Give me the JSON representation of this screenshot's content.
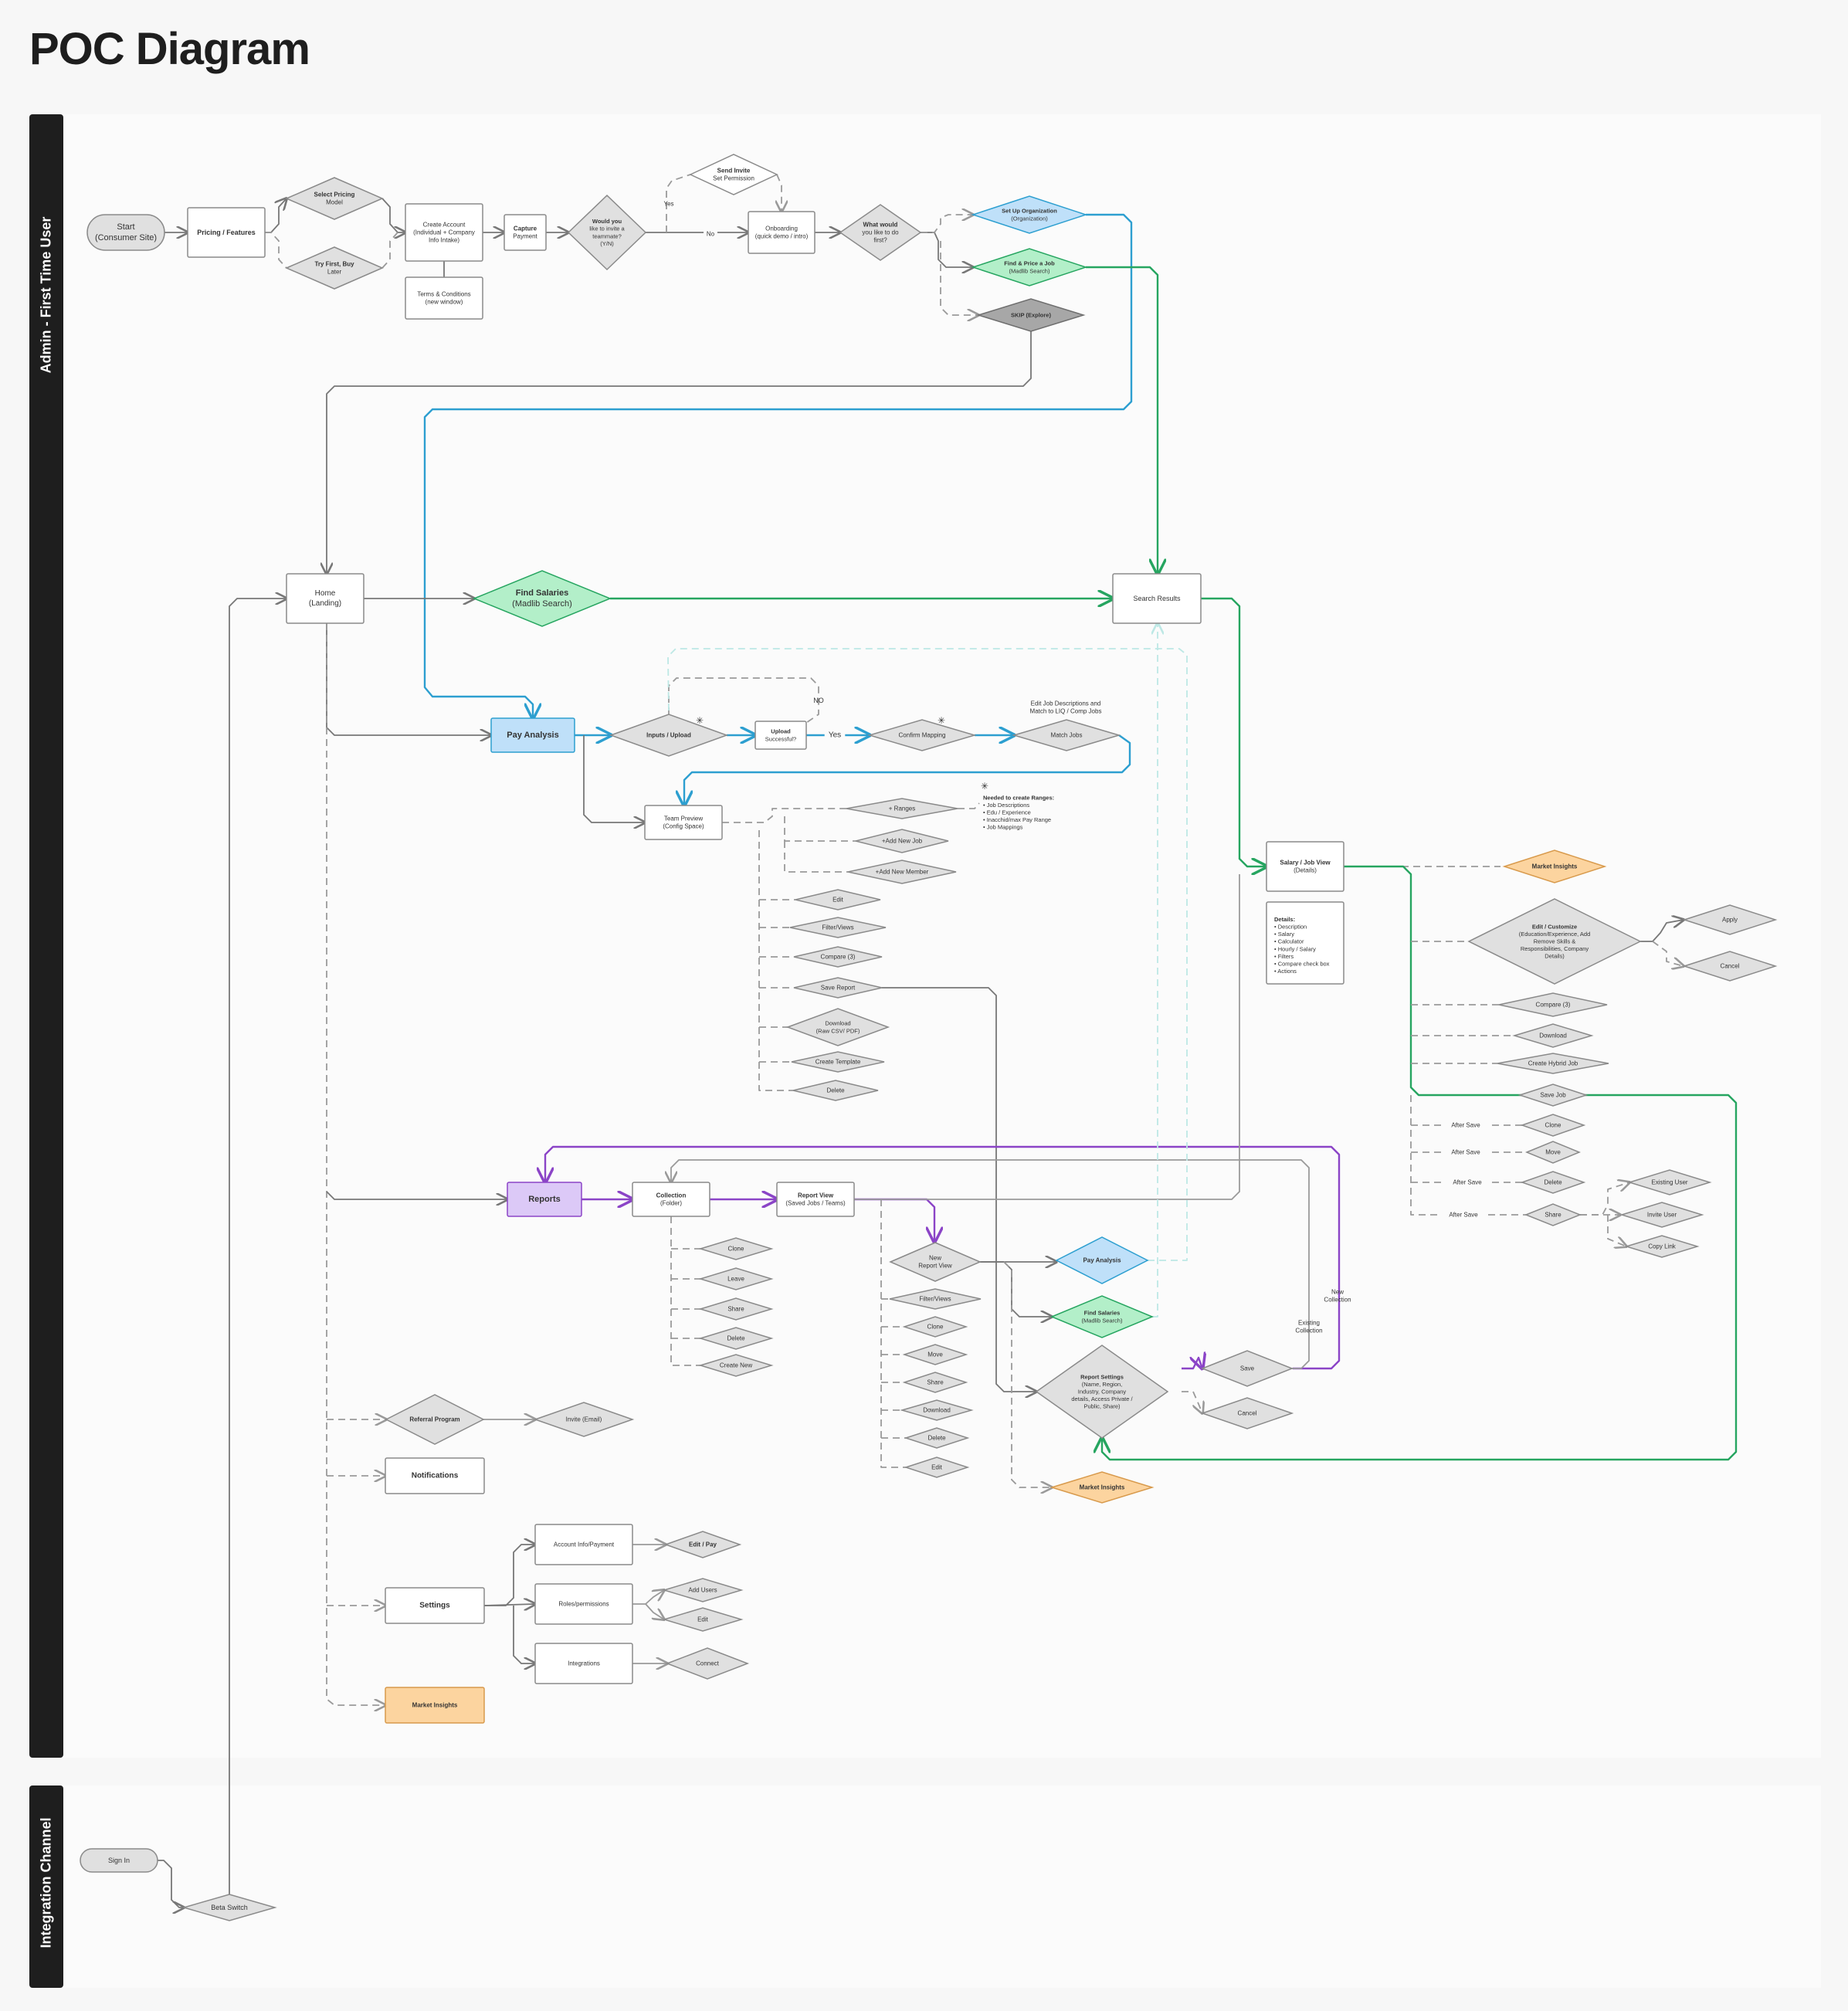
{
  "title": "POC Diagram",
  "lanes": [
    {
      "id": "admin",
      "label": "Admin - First Time User"
    },
    {
      "id": "integration",
      "label": "Integration Channel"
    }
  ],
  "nodes": [
    {
      "id": "start",
      "lines": [
        "Start",
        "(Consumer Site)"
      ]
    },
    {
      "id": "pricing",
      "lines": [
        "Pricing / Features"
      ]
    },
    {
      "id": "select_pricing",
      "lines": [
        "Select Pricing",
        "Model"
      ]
    },
    {
      "id": "try_first",
      "lines": [
        "Try First, Buy",
        "Later"
      ]
    },
    {
      "id": "create_account",
      "lines": [
        "Create Account",
        "(Individual + Company",
        "Info Intake)"
      ]
    },
    {
      "id": "terms",
      "lines": [
        "Terms & Conditions",
        "(new window)"
      ]
    },
    {
      "id": "capture_payment",
      "lines": [
        "Capture",
        "Payment"
      ]
    },
    {
      "id": "invite_q",
      "lines": [
        "Would you",
        "like to invite a",
        "teammate?",
        "(Y/N)"
      ]
    },
    {
      "id": "send_invite",
      "lines": [
        "Send Invite",
        "Set Permission"
      ]
    },
    {
      "id": "onboarding",
      "lines": [
        "Onboarding",
        "(quick demo / intro)"
      ]
    },
    {
      "id": "first_q",
      "lines": [
        "What would",
        "you like to do",
        "first?"
      ]
    },
    {
      "id": "setup_org",
      "lines": [
        "Set Up Organization",
        "(Organization)"
      ]
    },
    {
      "id": "find_price",
      "lines": [
        "Find & Price a Job",
        "(Madlib Search)"
      ]
    },
    {
      "id": "skip",
      "lines": [
        "SKIP (Explore)"
      ]
    },
    {
      "id": "home",
      "lines": [
        "Home",
        "(Landing)"
      ]
    },
    {
      "id": "find_salaries",
      "lines": [
        "Find Salaries",
        "(Madlib Search)"
      ]
    },
    {
      "id": "search_results",
      "lines": [
        "Search Results"
      ]
    },
    {
      "id": "pay_analysis",
      "lines": [
        "Pay Analysis"
      ]
    },
    {
      "id": "inputs_upload",
      "lines": [
        "Inputs / Upload"
      ]
    },
    {
      "id": "upload_ok",
      "lines": [
        "Upload",
        "Successful?"
      ]
    },
    {
      "id": "confirm_mapping",
      "lines": [
        "Confirm Mapping"
      ]
    },
    {
      "id": "match_jobs",
      "lines": [
        "Match Jobs"
      ]
    },
    {
      "id": "team_preview",
      "lines": [
        "Team Preview",
        "(Config Space)"
      ]
    },
    {
      "id": "ranges",
      "lines": [
        "+ Ranges"
      ]
    },
    {
      "id": "add_job",
      "lines": [
        "+Add New Job"
      ]
    },
    {
      "id": "add_member",
      "lines": [
        "+Add New Member"
      ]
    },
    {
      "id": "tp_edit",
      "lines": [
        "Edit"
      ]
    },
    {
      "id": "tp_filter",
      "lines": [
        "Filter/Views"
      ]
    },
    {
      "id": "tp_compare",
      "lines": [
        "Compare (3)"
      ]
    },
    {
      "id": "tp_save_report",
      "lines": [
        "Save Report"
      ]
    },
    {
      "id": "tp_download",
      "lines": [
        "Download",
        "(Raw CSV/ PDF)"
      ]
    },
    {
      "id": "tp_template",
      "lines": [
        "Create Template"
      ]
    },
    {
      "id": "tp_delete",
      "lines": [
        "Delete"
      ]
    },
    {
      "id": "salary_view",
      "lines": [
        "Salary / Job View",
        "(Details)"
      ]
    },
    {
      "id": "market_insights_1",
      "lines": [
        "Market Insights"
      ]
    },
    {
      "id": "edit_customize",
      "lines": [
        "Edit / Customize",
        "(Education/Experience, Add",
        "Remove Skills &",
        "Responsibilities, Company",
        "Details)"
      ]
    },
    {
      "id": "apply",
      "lines": [
        "Apply"
      ]
    },
    {
      "id": "cancel_1",
      "lines": [
        "Cancel"
      ]
    },
    {
      "id": "sv_compare",
      "lines": [
        "Compare (3)"
      ]
    },
    {
      "id": "sv_download",
      "lines": [
        "Download"
      ]
    },
    {
      "id": "sv_hybrid",
      "lines": [
        "Create Hybrid Job"
      ]
    },
    {
      "id": "sv_save_job",
      "lines": [
        "Save Job"
      ]
    },
    {
      "id": "sv_clone",
      "lines": [
        "Clone"
      ]
    },
    {
      "id": "sv_move",
      "lines": [
        "Move"
      ]
    },
    {
      "id": "sv_delete",
      "lines": [
        "Delete"
      ]
    },
    {
      "id": "sv_share",
      "lines": [
        "Share"
      ]
    },
    {
      "id": "existing_user",
      "lines": [
        "Existing User"
      ]
    },
    {
      "id": "invite_user",
      "lines": [
        "Invite User"
      ]
    },
    {
      "id": "copy_link",
      "lines": [
        "Copy Link"
      ]
    },
    {
      "id": "reports",
      "lines": [
        "Reports"
      ]
    },
    {
      "id": "collection",
      "lines": [
        "Collection",
        "(Folder)"
      ]
    },
    {
      "id": "report_view",
      "lines": [
        "Report View",
        "(Saved Jobs / Teams)"
      ]
    },
    {
      "id": "c_clone",
      "lines": [
        "Clone"
      ]
    },
    {
      "id": "c_leave",
      "lines": [
        "Leave"
      ]
    },
    {
      "id": "c_share",
      "lines": [
        "Share"
      ]
    },
    {
      "id": "c_delete",
      "lines": [
        "Delete"
      ]
    },
    {
      "id": "c_create",
      "lines": [
        "Create New"
      ]
    },
    {
      "id": "new_report_view",
      "lines": [
        "New",
        "Report View"
      ]
    },
    {
      "id": "r_filter",
      "lines": [
        "Filter/Views"
      ]
    },
    {
      "id": "r_clone",
      "lines": [
        "Clone"
      ]
    },
    {
      "id": "r_move",
      "lines": [
        "Move"
      ]
    },
    {
      "id": "r_share",
      "lines": [
        "Share"
      ]
    },
    {
      "id": "r_download",
      "lines": [
        "Download"
      ]
    },
    {
      "id": "r_delete",
      "lines": [
        "Delete"
      ]
    },
    {
      "id": "r_edit",
      "lines": [
        "Edit"
      ]
    },
    {
      "id": "r_pay_analysis",
      "lines": [
        "Pay Analysis"
      ]
    },
    {
      "id": "r_find_salaries",
      "lines": [
        "Find Salaries",
        "(Madlib Search)"
      ]
    },
    {
      "id": "report_settings",
      "lines": [
        "Report Settings",
        "(Name, Region,",
        "Industry, Company",
        "details, Access Private /",
        "Public, Share)"
      ]
    },
    {
      "id": "rs_save",
      "lines": [
        "Save"
      ]
    },
    {
      "id": "rs_cancel",
      "lines": [
        "Cancel"
      ]
    },
    {
      "id": "market_insights_2",
      "lines": [
        "Market Insights"
      ]
    },
    {
      "id": "referral",
      "lines": [
        "Referral Program"
      ]
    },
    {
      "id": "invite_email",
      "lines": [
        "Invite (Email)"
      ]
    },
    {
      "id": "notifications",
      "lines": [
        "Notifications"
      ]
    },
    {
      "id": "settings",
      "lines": [
        "Settings"
      ]
    },
    {
      "id": "account_info",
      "lines": [
        "Account Info/Payment"
      ]
    },
    {
      "id": "edit_pay",
      "lines": [
        "Edit / Pay"
      ]
    },
    {
      "id": "roles",
      "lines": [
        "Roles/permissions"
      ]
    },
    {
      "id": "add_users",
      "lines": [
        "Add Users"
      ]
    },
    {
      "id": "roles_edit",
      "lines": [
        "Edit"
      ]
    },
    {
      "id": "integrations",
      "lines": [
        "Integrations"
      ]
    },
    {
      "id": "connect",
      "lines": [
        "Connect"
      ]
    },
    {
      "id": "market_insights_3",
      "lines": [
        "Market Insights"
      ]
    },
    {
      "id": "sign_in",
      "lines": [
        "Sign In"
      ]
    },
    {
      "id": "beta_switch",
      "lines": [
        "Beta Switch"
      ]
    }
  ],
  "edge_labels": [
    {
      "id": "yes_invite",
      "text": "Yes"
    },
    {
      "id": "no_invite",
      "text": "No"
    },
    {
      "id": "no_upload",
      "text": "NO"
    },
    {
      "id": "yes_upload",
      "text": "Yes"
    },
    {
      "id": "after_save_1",
      "text": "After Save"
    },
    {
      "id": "after_save_2",
      "text": "After Save"
    },
    {
      "id": "after_save_3",
      "text": "After Save"
    },
    {
      "id": "after_save_4",
      "text": "After Save"
    },
    {
      "id": "existing_collection",
      "lines": [
        "Existing",
        "Collection"
      ]
    },
    {
      "id": "new_collection",
      "lines": [
        "New",
        "Collection"
      ]
    }
  ],
  "annotations": [
    {
      "id": "edit_match_note",
      "lines": [
        "Edit Job Descriptions and",
        "Match to LIQ / Comp Jobs"
      ]
    },
    {
      "id": "ranges_note",
      "lines": [
        "Needed to create Ranges:",
        "• Job Descriptions",
        "• Edu / Experience",
        "• Inacchid/max Pay Range",
        "• Job Mappings"
      ]
    },
    {
      "id": "details_card",
      "lines": [
        "Details:",
        "• Description",
        "• Salary",
        "• Calculator",
        "• Hourly / Salary",
        "• Filters",
        "• Compare check box",
        "• Actions"
      ]
    }
  ],
  "colors": {
    "blue_fill": "#bfe0f9",
    "blue_stroke": "#2d9fd0",
    "green_fill": "#b3efc9",
    "green_stroke": "#26a560",
    "purple_fill": "#dcc9f7",
    "purple_stroke": "#8b44c7",
    "orange_fill": "#fcd49f",
    "orange_stroke": "#d89a4c",
    "gray_fill": "#e0e0e0",
    "dark_fill": "#a7a7a7",
    "stroke": "#8a8a8a",
    "line": "#707070"
  }
}
